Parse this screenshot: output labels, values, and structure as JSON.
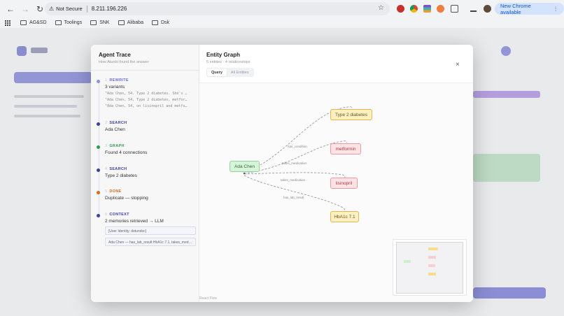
{
  "browser": {
    "security_label": "Not Secure",
    "url": "8.211.196.226",
    "update_label": "New Chrome available",
    "bookmarks": [
      "AG&SD",
      "Toolings",
      "SNK",
      "Alibaba",
      "Dsk"
    ]
  },
  "modal": {
    "trace": {
      "title": "Agent Trace",
      "subtitle": "How Atunbi found the answer",
      "steps": [
        {
          "num": "1",
          "type": "REWRITE",
          "detail": "3 variants",
          "color": "#6b6fd6",
          "variants": [
            "\"Ada Chen, 54. Type 2 diabetes. She's …",
            "\"Ada Chen, 54, Type 2 diabetes, metfor…",
            "\"Ada Chen, 54, on lisinopril and metfo…"
          ]
        },
        {
          "num": "2",
          "type": "SEARCH",
          "detail": "Ada Chen",
          "color": "#3d3fa3"
        },
        {
          "num": "3",
          "type": "GRAPH",
          "detail": "Found 4 connections",
          "color": "#2f9a4a"
        },
        {
          "num": "4",
          "type": "SEARCH",
          "detail": "Type 2 diabetes",
          "color": "#3d3fa3"
        },
        {
          "num": "5",
          "type": "DONE",
          "detail": "Duplicate — stopping",
          "color": "#d86a1f"
        },
        {
          "num": "6",
          "type": "CONTEXT",
          "detail": "2 memories retrieved → LLM",
          "color": "#3d3fa3",
          "memories": [
            "[User Identity: dotundoc]",
            "Ada Chen — has_lab_result HbA1c 7.1, takes_med…"
          ]
        }
      ]
    },
    "graph": {
      "title": "Entity Graph",
      "subtitle": "5 entities · 4 relationships",
      "tabs": [
        "Query",
        "All Entities"
      ],
      "active_tab": "Query",
      "close_label": "×",
      "footer": "React Flow",
      "nodes": {
        "center": "Ada Chen",
        "condition": "Type 2 diabetes",
        "med1": "metformin",
        "med2": "lisinopril",
        "lab": "HbA1c 7.1"
      },
      "edges": [
        "has_condition",
        "takes_medication",
        "takes_medication",
        "has_lab_result"
      ],
      "colors": {
        "person_fill": "#d7f4d9",
        "person_border": "#8fd39a",
        "condition_fill": "#fdf0c2",
        "condition_border": "#e3b54a",
        "medication_fill": "#fde3e4",
        "medication_border": "#e89aa0"
      }
    }
  }
}
